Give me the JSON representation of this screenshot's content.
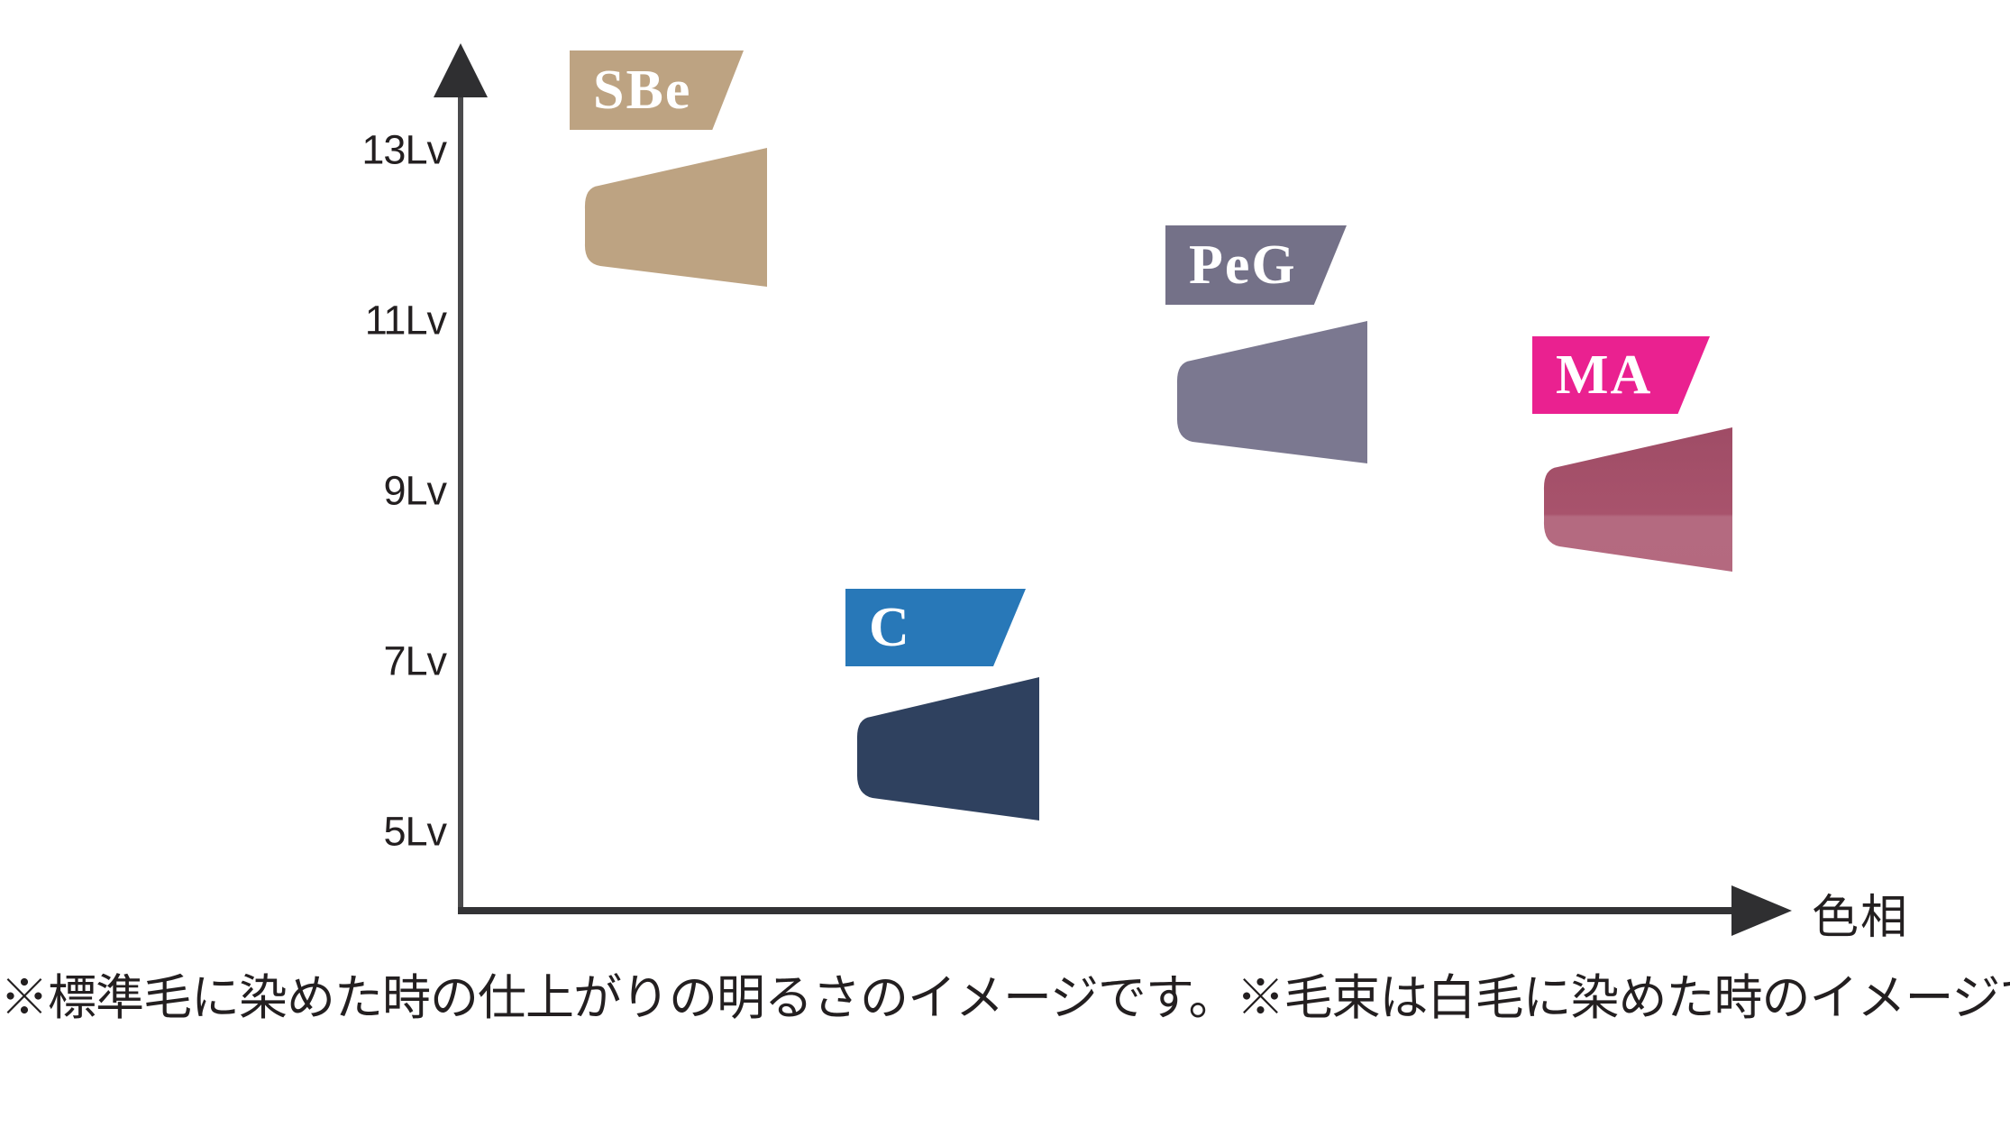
{
  "chart_data": {
    "type": "bar",
    "title": "",
    "subtitle": "",
    "xlabel": "色相",
    "ylabel": "",
    "ylim": [
      4,
      14
    ],
    "ytick_labels": [
      "13Lv",
      "11Lv",
      "9Lv",
      "7Lv",
      "5Lv"
    ],
    "ytick_values": [
      13,
      11,
      9,
      7,
      5
    ],
    "xtick_labels": [],
    "grid": false,
    "legend": "inline-tags",
    "axis_color": "#3a3a3c",
    "categories": [
      "SBe",
      "C",
      "PeG",
      "MA"
    ],
    "series": [
      {
        "name": "level_top",
        "values": [
          13.3,
          6.6,
          11.1,
          9.7
        ]
      },
      {
        "name": "level_bottom",
        "values": [
          11.2,
          4.9,
          9.2,
          7.9
        ]
      }
    ],
    "annotations": [
      {
        "label": "SBe",
        "tag_color": "#bda382",
        "swatch_color": "#bda382",
        "hue_position": 1,
        "level_range": [
          11.2,
          13.3
        ]
      },
      {
        "label": "C",
        "tag_color": "#2878b8",
        "swatch_color": "#2f415f",
        "hue_position": 2,
        "level_range": [
          4.9,
          6.6
        ]
      },
      {
        "label": "PeG",
        "tag_color": "#747188",
        "swatch_color": "#7b7890",
        "hue_position": 3,
        "level_range": [
          9.2,
          11.1
        ]
      },
      {
        "label": "MA",
        "tag_color": "#ea2190",
        "swatch_color": "#a8516b",
        "hue_position": 4,
        "level_range": [
          7.9,
          9.7
        ]
      }
    ]
  },
  "axis": {
    "y_label_suffix": "Lv",
    "x_axis_label": "色相",
    "ticks": [
      {
        "label": "13Lv"
      },
      {
        "label": "11Lv"
      },
      {
        "label": "9Lv"
      },
      {
        "label": "7Lv"
      },
      {
        "label": "5Lv"
      }
    ]
  },
  "series_labels": {
    "sbe": "SBe",
    "c": "C",
    "peg": "PeG",
    "ma": "MA"
  },
  "footnote": {
    "text": "※標準毛に染めた時の仕上がりの明るさのイメージです。※毛束は白毛に染めた時のイメージです。"
  },
  "colors": {
    "sbe_tag": "#bda382",
    "sbe_swatch": "#bda382",
    "c_tag": "#2878b8",
    "c_swatch": "#2f415f",
    "peg_tag": "#747188",
    "peg_swatch": "#7b7890",
    "ma_tag": "#ea2190",
    "ma_swatch_top": "#a04e68",
    "ma_swatch_bottom": "#b06279",
    "axis": "#3a3a3c",
    "text": "#231f20"
  }
}
